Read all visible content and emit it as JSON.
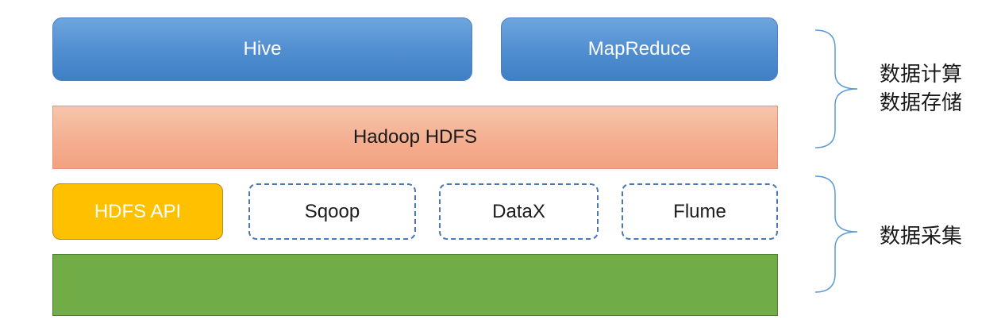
{
  "layers": {
    "compute": {
      "hive_label": "Hive",
      "mapreduce_label": "MapReduce"
    },
    "storage": {
      "hdfs_label": "Hadoop HDFS"
    },
    "collection": {
      "hdfs_api_label": "HDFS API",
      "sqoop_label": "Sqoop",
      "datax_label": "DataX",
      "flume_label": "Flume"
    },
    "bottom": {
      "label": ""
    }
  },
  "annotations": {
    "compute_storage_line1": "数据计算",
    "compute_storage_line2": "数据存储",
    "collection": "数据采集"
  },
  "colors": {
    "compute_box": "#5b9bd5",
    "storage_box": "#f4b183",
    "hdfs_api_box": "#ffc000",
    "dashed_border": "#4a77b8",
    "bottom_layer": "#70ad47",
    "brace": "#5b9bd5"
  }
}
